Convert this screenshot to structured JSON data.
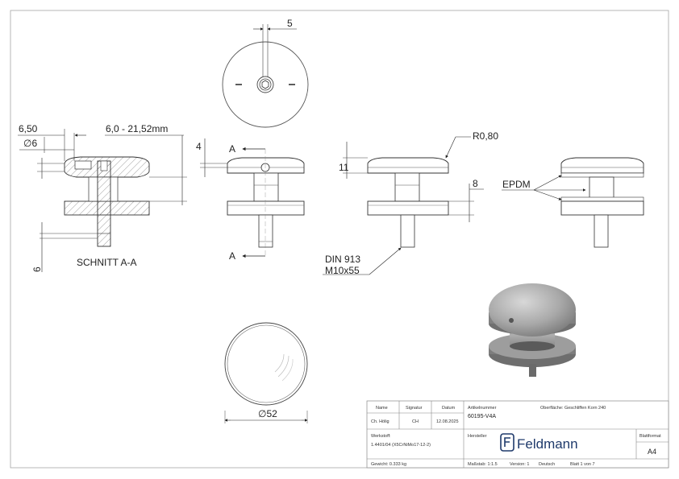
{
  "drawing": {
    "section_label": "SCHNITT A-A",
    "dims": {
      "top_slot": "5",
      "d650": "6,50",
      "dia6": "∅6",
      "range": "6,0 - 21,52mm",
      "four": "4",
      "eleven": "11",
      "radius": "R0,80",
      "eight": "8",
      "epdm": "EPDM",
      "din1": "DIN 913",
      "din2": "M10x55",
      "six": "6",
      "dia52": "∅52",
      "sec_a_top": "A",
      "sec_a_bot": "A"
    }
  },
  "title_block": {
    "h_name": "Name",
    "h_signatur": "Signatur",
    "h_datum": "Datum",
    "v_name": "Ch. Hölig",
    "v_signatur": "CH",
    "v_datum": "12.08.2025",
    "artikel_label": "Artikelnummer",
    "artikel_value": "60195-V4A",
    "oberflaeche": "Oberfläche:  Geschliffen Korn 240",
    "werkstoff_label": "Werkstoff:",
    "werkstoff_value": "1.4401/04 (X5CrNiMo17-12-2)",
    "hersteller": "Hersteller",
    "brand": "Feldmann",
    "blattformat_label": "Blattformat",
    "blattformat_value": "A4",
    "gewicht": "Gewicht: 0.333 kg",
    "massstab": "Maßstab: 1:1.5",
    "version": "Version: 1",
    "sprache": "Deutsch",
    "blatt": "Blatt 1 von 7"
  }
}
